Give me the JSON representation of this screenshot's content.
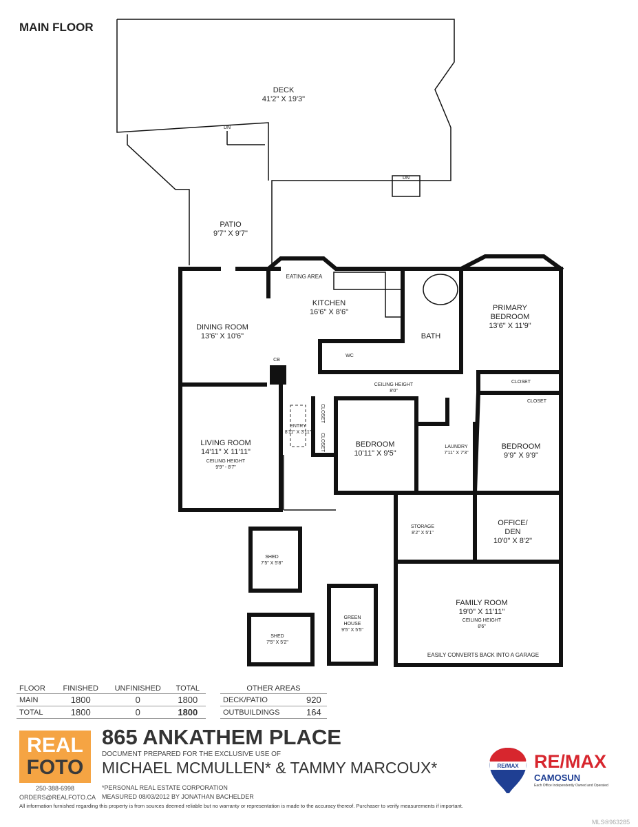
{
  "title": "MAIN FLOOR",
  "rooms": {
    "deck": {
      "name": "DECK",
      "size": "41'2\" X 19'3\""
    },
    "patio": {
      "name": "PATIO",
      "size": "9'7\" X 9'7\""
    },
    "dn1": "DN",
    "dn2": "DN",
    "eating_area": "EATING AREA",
    "kitchen": {
      "name": "KITCHEN",
      "size": "16'6\" X 8'6\""
    },
    "dining": {
      "name": "DINING ROOM",
      "size": "13'6\" X 10'6\""
    },
    "cb": "CB",
    "wc": "WC",
    "bath": "BATH",
    "primary": {
      "name1": "PRIMARY",
      "name2": "BEDROOM",
      "size": "13'6\" X 11'9\""
    },
    "closet_primary": "CLOSET",
    "ceiling_hall": {
      "label": "CEILING HEIGHT",
      "value": "8'0\""
    },
    "closet_bed2": "CLOSET",
    "living": {
      "name": "LIVING ROOM",
      "size": "14'11\" X 11'11\"",
      "ceiling_label": "CEILING HEIGHT",
      "ceiling": "9'9\" - 8'7\""
    },
    "entry": {
      "name": "ENTRY",
      "size": "8'11\" X 3'11\""
    },
    "closet_a": "CLOSET",
    "closet_b": "CLOSET",
    "bedroom": {
      "name": "BEDROOM",
      "size": "10'11\" X 9'5\""
    },
    "laundry": {
      "name": "LAUNDRY",
      "size": "7'11\" X 7'3\""
    },
    "bedroom2": {
      "name": "BEDROOM",
      "size": "9'9\" X 9'9\""
    },
    "storage": {
      "name": "STORAGE",
      "size": "8'2\" X 5'1\""
    },
    "office": {
      "name1": "OFFICE/",
      "name2": "DEN",
      "size": "10'0\" X 8'2\""
    },
    "shed1": {
      "name": "SHED",
      "size": "7'5\" X 5'8\""
    },
    "shed2": {
      "name": "SHED",
      "size": "7'5\" X 5'2\""
    },
    "greenhouse": {
      "name1": "GREEN",
      "name2": "HOUSE",
      "size": "9'5\" X 5'5\""
    },
    "family": {
      "name": "FAMILY ROOM",
      "size": "19'0\" X 11'11\"",
      "ceiling_label": "CEILING HEIGHT",
      "ceiling": "8'6\"",
      "note": "EASILY CONVERTS BACK INTO A GARAGE"
    }
  },
  "area_table": {
    "headers": [
      "FLOOR",
      "FINISHED",
      "UNFINISHED",
      "TOTAL"
    ],
    "rows": [
      [
        "MAIN",
        "1800",
        "0",
        "1800"
      ],
      [
        "TOTAL",
        "1800",
        "0",
        "1800"
      ]
    ],
    "other_header": "OTHER AREAS",
    "other_rows": [
      [
        "DECK/PATIO",
        "920"
      ],
      [
        "OUTBUILDINGS",
        "164"
      ]
    ]
  },
  "footer": {
    "logo_top": "REAL",
    "logo_bottom": "FOTO",
    "phone": "250-388-6998",
    "email": "ORDERS@REALFOTO.CA",
    "address": "865 ANKATHEM PLACE",
    "prepared": "DOCUMENT PREPARED FOR THE EXCLUSIVE USE OF",
    "agents": "MICHAEL MCMULLEN* & TAMMY MARCOUX*",
    "corp": "*PERSONAL REAL ESTATE CORPORATION",
    "measured": "MEASURED  08/03/2012   BY JONATHAN BACHELDER",
    "disclaimer": "All information furnished regarding this property is from sources deemed reliable but no warranty or representation is made to the accuracy thereof. Purchaser to verify measurements if important.",
    "remax_balloon": "RE/MAX",
    "remax": "RE/MAX",
    "remax_office": "CAMOSUN",
    "remax_tag": "Each Office Independently Owned and Operated",
    "mls": "MLS®963285"
  },
  "colors": {
    "realfoto": "#f5a443",
    "remax_red": "#d7262e",
    "remax_blue": "#1f3f93"
  }
}
